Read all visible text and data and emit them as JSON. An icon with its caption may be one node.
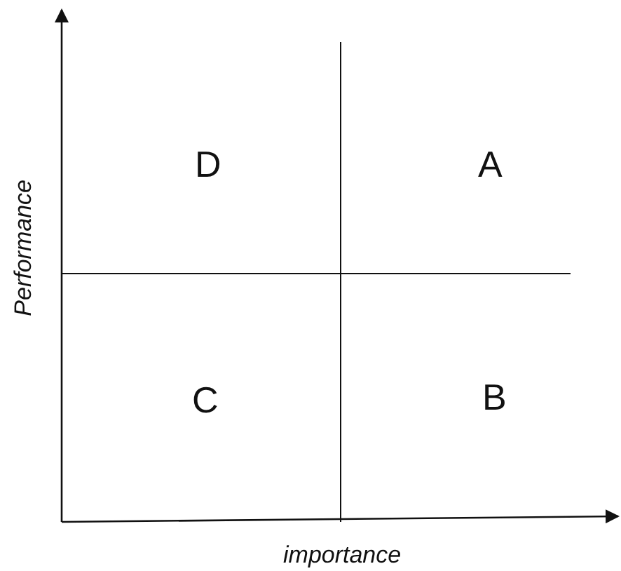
{
  "diagram": {
    "labels": [
      "D",
      "A",
      "Performance",
      "C",
      "B",
      "importance"
    ]
  }
}
